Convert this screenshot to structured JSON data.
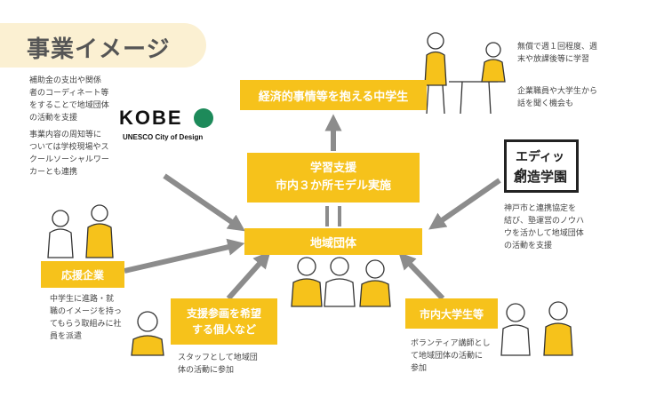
{
  "title": "事業イメージ",
  "boxes": {
    "target": "経済的事情等を抱える中学生",
    "support_line1": "学習支援",
    "support_line2": "市内３か所モデル実施",
    "org": "地域団体",
    "company": "応援企業",
    "individual_line1": "支援参画を希望",
    "individual_line2": "する個人など",
    "students": "市内大学生等"
  },
  "notes": {
    "top_left_1": [
      "補助金の支出や関係",
      "者のコーディネート等",
      "をすることで地域団体",
      "の活動を支援"
    ],
    "top_left_2": [
      "事業内容の周知等に",
      "ついては学校現場やス",
      "クールソーシャルワー",
      "カーとも連携"
    ],
    "top_right_1": [
      "無償で週１回程度、週",
      "末や放課後等に学習"
    ],
    "top_right_2": [
      "企業職員や大学生から",
      "話を聞く機会も"
    ],
    "edic": [
      "神戸市と連携協定を",
      "結び、塾運営のノウハ",
      "ウを活かして地域団体",
      "の活動を支援"
    ],
    "company": [
      "中学生に進路・就",
      "職のイメージを持っ",
      "てもらう取組みに社",
      "員を派遣"
    ],
    "individual": [
      "スタッフとして地域団",
      "体の活動に参加"
    ],
    "students": [
      "ボランティア講師とし",
      "て地域団体の活動に",
      "参加"
    ]
  },
  "logos": {
    "kobe_main": "KOBE",
    "kobe_sub": "UNESCO City of Design",
    "edic_line1": "エディック",
    "edic_line2": "創造学園"
  },
  "colors": {
    "accent": "#f6c21b",
    "arrow": "#8c8c8c",
    "title_bg": "#fbf0d2"
  }
}
